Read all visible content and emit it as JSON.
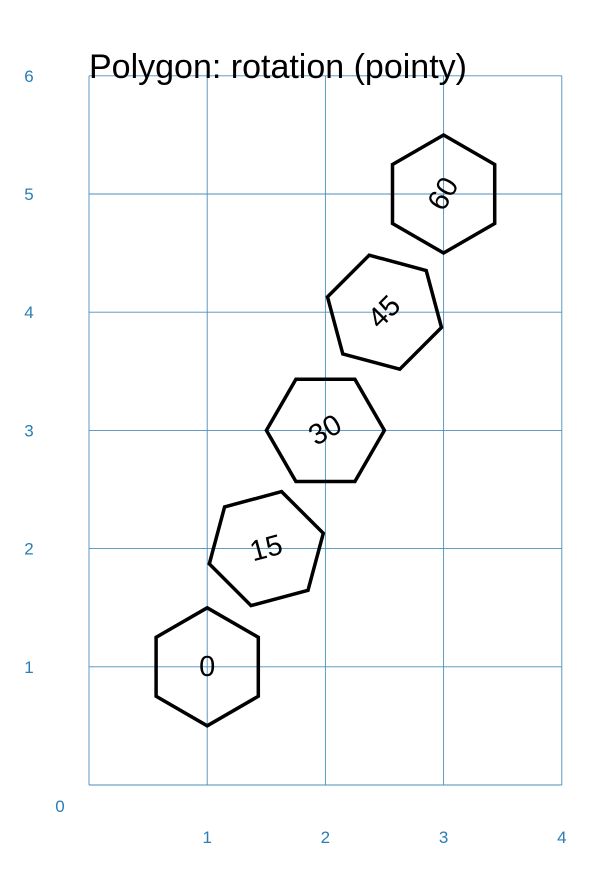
{
  "title": "Polygon: rotation (pointy)",
  "colors": {
    "grid": "#4a8fbd",
    "tick_label": "#2b7db6",
    "shape_stroke": "#000000",
    "background": "#ffffff"
  },
  "axes": {
    "x_range": [
      0,
      4
    ],
    "y_range": [
      0,
      6
    ],
    "origin_label": "0",
    "x_ticks": [
      "1",
      "2",
      "3",
      "4"
    ],
    "y_ticks": [
      "1",
      "2",
      "3",
      "4",
      "5",
      "6"
    ]
  },
  "polygons": [
    {
      "label": "0",
      "center": [
        1,
        1
      ],
      "rotation_deg": 0,
      "sides": 6
    },
    {
      "label": "15",
      "center": [
        1.5,
        2
      ],
      "rotation_deg": 15,
      "sides": 6
    },
    {
      "label": "30",
      "center": [
        2,
        3
      ],
      "rotation_deg": 30,
      "sides": 6
    },
    {
      "label": "45",
      "center": [
        2.5,
        4
      ],
      "rotation_deg": 45,
      "sides": 6
    },
    {
      "label": "60",
      "center": [
        3,
        5
      ],
      "rotation_deg": 60,
      "sides": 6
    }
  ]
}
